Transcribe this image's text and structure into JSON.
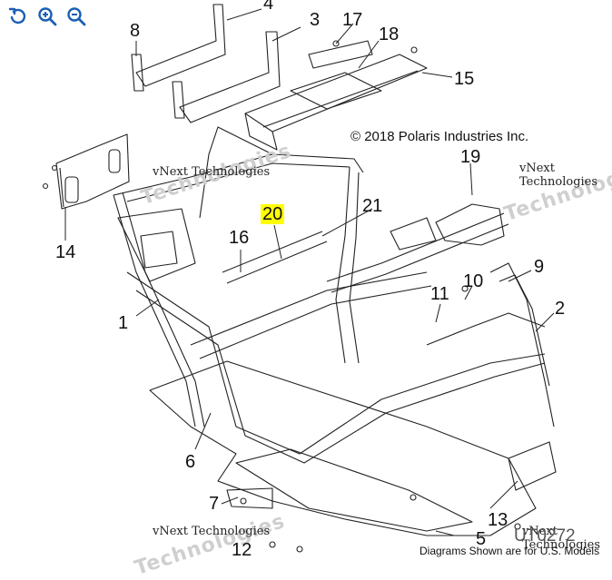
{
  "toolbar": {
    "buttons": [
      {
        "name": "reset-view-icon",
        "color": "#1a5fb4"
      },
      {
        "name": "zoom-in-icon",
        "color": "#1a5fb4"
      },
      {
        "name": "zoom-out-icon",
        "color": "#1a5fb4"
      }
    ]
  },
  "diagram": {
    "copyright": "© 2018 Polaris Industries Inc.",
    "watermark_text": "vNext Technologies",
    "watermark_big": "Technologies",
    "footer": "Diagrams Shown are for U.S. Models",
    "code": "UT0272",
    "highlight_color": "#ffff00",
    "callouts": {
      "c1": "1",
      "c2": "2",
      "c3": "3",
      "c4": "4",
      "c5": "5",
      "c6": "6",
      "c7": "7",
      "c8": "8",
      "c9": "9",
      "c10": "10",
      "c11": "11",
      "c12": "12",
      "c13": "13",
      "c14": "14",
      "c15": "15",
      "c16": "16",
      "c17": "17",
      "c18": "18",
      "c19": "19",
      "c20": "20",
      "c21": "21"
    }
  }
}
